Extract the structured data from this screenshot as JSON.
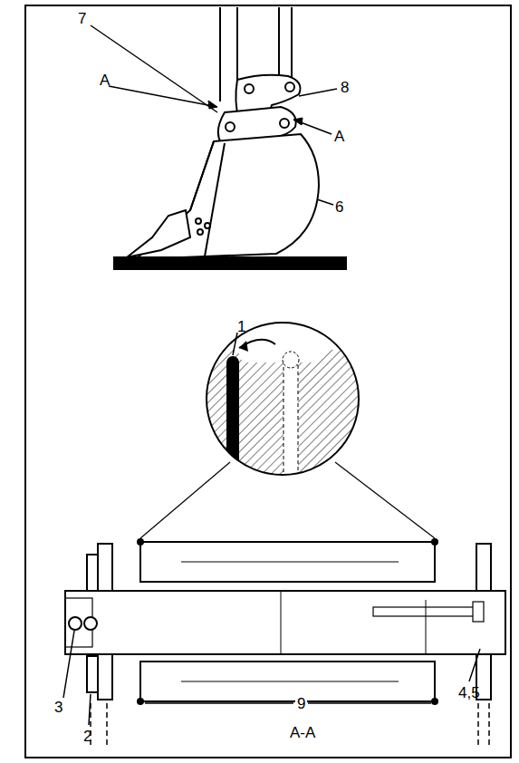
{
  "diagram": {
    "labels": [
      "7",
      "A",
      "8",
      "A",
      "6",
      "1",
      "3",
      "2",
      "4,5",
      "9",
      "A-A"
    ]
  }
}
